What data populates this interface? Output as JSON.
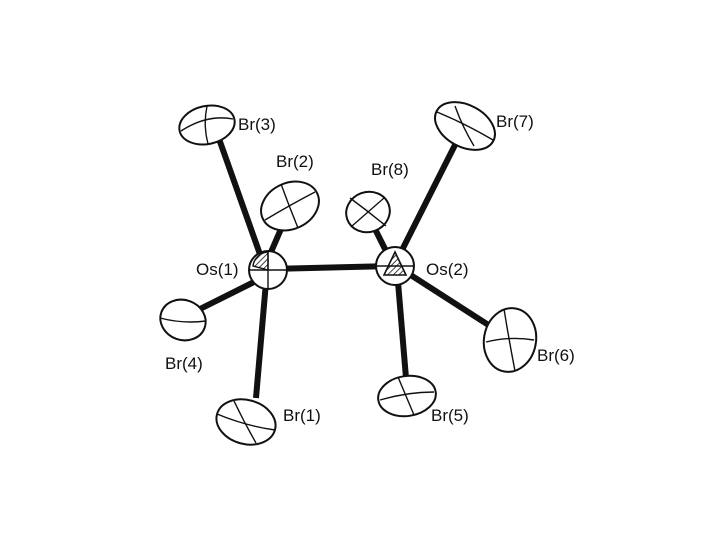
{
  "figure": {
    "atoms": {
      "os1": "Os(1)",
      "os2": "Os(2)",
      "br1": "Br(1)",
      "br2": "Br(2)",
      "br3": "Br(3)",
      "br4": "Br(4)",
      "br5": "Br(5)",
      "br6": "Br(6)",
      "br7": "Br(7)",
      "br8": "Br(8)"
    }
  }
}
